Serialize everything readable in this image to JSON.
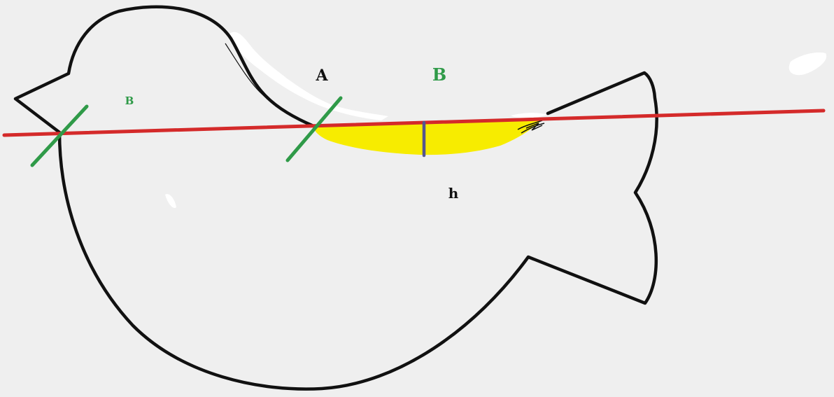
{
  "labels": {
    "point_a": "A",
    "region_b_large": "B",
    "region_b_small": "B",
    "height_h": "h"
  },
  "colors": {
    "background": "#efefef",
    "outline": "#111111",
    "cut_line": "#d42a2a",
    "marks": "#2f9a48",
    "segment_fill": "#f7ec00",
    "height_line": "#55558f",
    "erase_patch": "#ffffff",
    "label_black": "#111111",
    "label_green": "#2f9a48"
  }
}
